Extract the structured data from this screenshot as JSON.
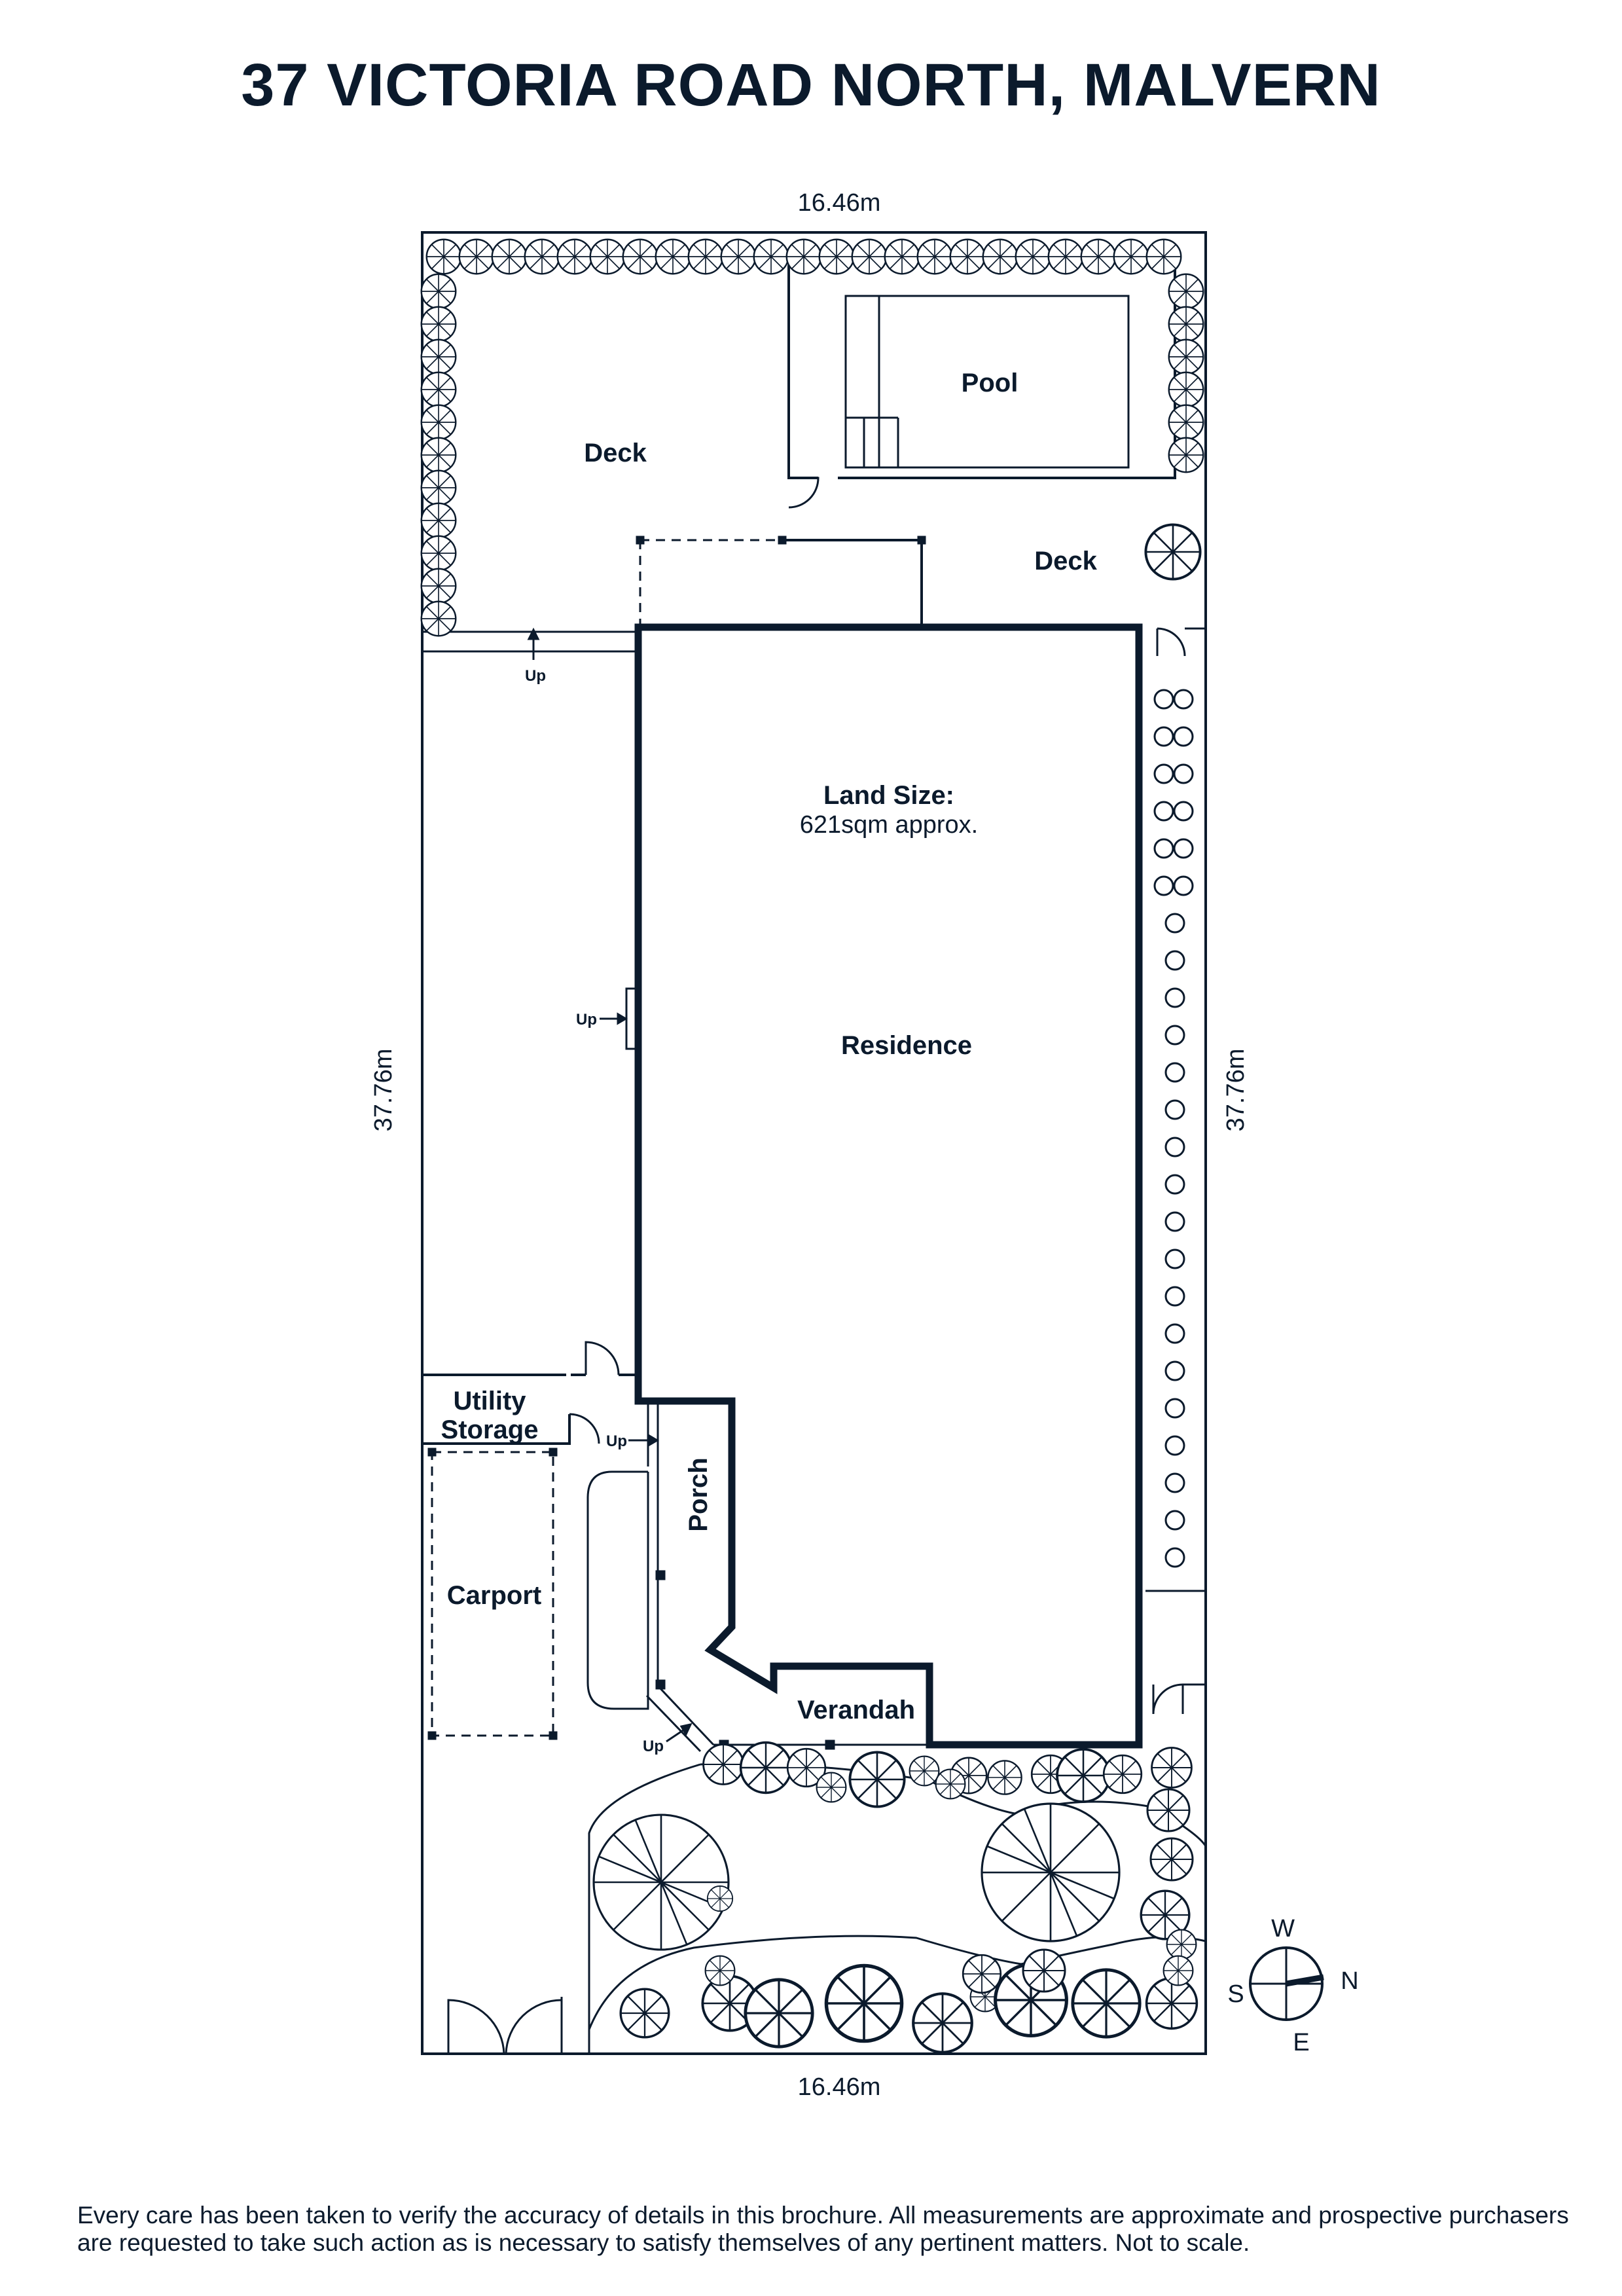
{
  "title": "37 VICTORIA ROAD NORTH, MALVERN",
  "dimensions": {
    "top": "16.46m",
    "bottom": "16.46m",
    "left": "37.76m",
    "right": "37.76m"
  },
  "rooms": {
    "deck_west": "Deck",
    "pool": "Pool",
    "deck_east": "Deck",
    "land_size_label": "Land Size:",
    "land_size_value": "621sqm approx.",
    "residence": "Residence",
    "utility_line1": "Utility",
    "utility_line2": "Storage",
    "carport": "Carport",
    "porch": "Porch",
    "verandah": "Verandah"
  },
  "step_labels": {
    "up_deck": "Up",
    "up_side": "Up",
    "up_porch": "Up",
    "up_verandah": "Up"
  },
  "compass": {
    "north": "N",
    "south": "S",
    "east": "E",
    "west": "W"
  },
  "disclaimer": "Every care has been taken to verify the accuracy of details in this brochure. All measurements are approximate and prospective purchasers are requested to take such action as is necessary to satisfy themselves of any pertinent matters. Not to scale.",
  "colors": {
    "ink": "#0b1a2c",
    "background": "#ffffff"
  }
}
